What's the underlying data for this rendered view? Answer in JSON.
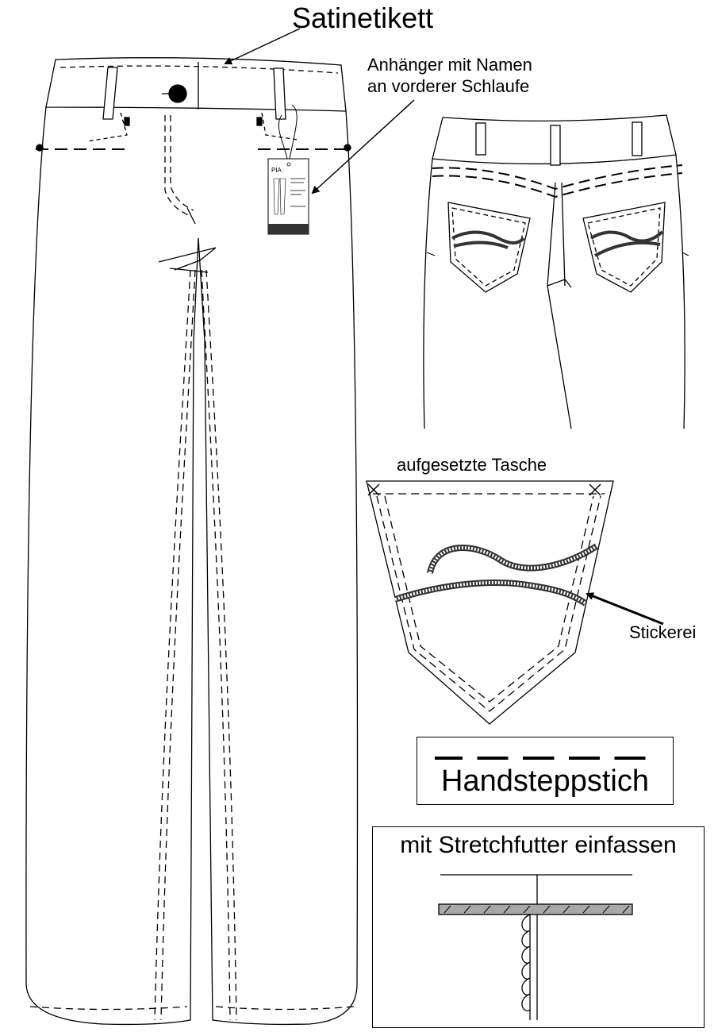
{
  "labels": {
    "satin_label": "Satinetikett",
    "hangtag_line1": "Anhänger mit Namen",
    "hangtag_line2": "an vorderer Schlaufe",
    "patch_pocket": "aufgesetzte Tasche",
    "embroidery": "Stickerei"
  },
  "hangtag": {
    "name": "PIA"
  },
  "legend": {
    "hand_stitch": "Handsteppstich",
    "stretch_lining": "mit Stretchfutter einfassen"
  },
  "colors": {
    "line": "#000000",
    "embroidery_band": "#333333",
    "lining_fill": "#a8a8a8",
    "tag_bottom": "#333333"
  }
}
